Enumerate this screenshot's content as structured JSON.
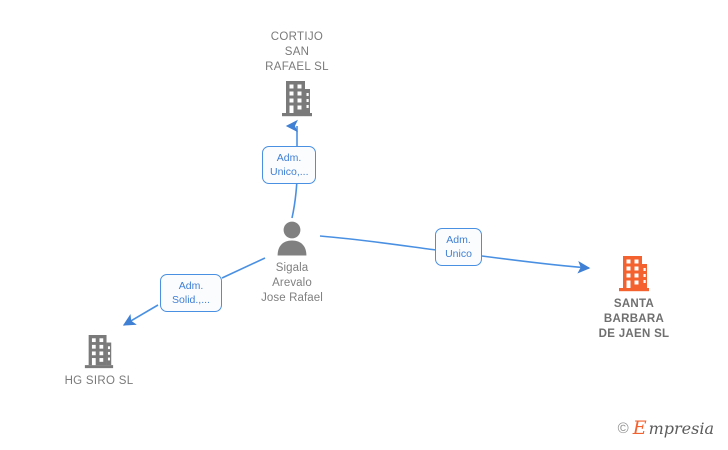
{
  "diagram": {
    "type": "corporate-relationship-graph",
    "background_color": "#ffffff",
    "accent_color": "#4a90e2",
    "focal_color": "#f4622f",
    "neutral_color": "#7a7a7a",
    "nodes": [
      {
        "id": "cortijo",
        "icon": "building-icon",
        "icon_color": "#7a7a7a",
        "label": "CORTIJO\nSAN\nRAFAEL  SL",
        "label_position": "above",
        "focal": false
      },
      {
        "id": "person",
        "icon": "person-icon",
        "icon_color": "#808080",
        "label": "Sigala\nArevalo\nJose Rafael",
        "label_position": "below",
        "focal": false
      },
      {
        "id": "santa-barbara",
        "icon": "building-icon",
        "icon_color": "#f4622f",
        "label": "SANTA\nBARBARA\nDE JAEN  SL",
        "label_position": "below",
        "focal": true
      },
      {
        "id": "hg-siro",
        "icon": "building-icon",
        "icon_color": "#7a7a7a",
        "label": "HG SIRO  SL",
        "label_position": "below",
        "focal": false
      }
    ],
    "edges": [
      {
        "id": "person-to-cortijo",
        "from": "person",
        "to": "cortijo",
        "label": "Adm.\nUnico,..."
      },
      {
        "id": "person-to-santa-barbara",
        "from": "person",
        "to": "santa-barbara",
        "label": "Adm.\nUnico"
      },
      {
        "id": "person-to-hg-siro",
        "from": "person",
        "to": "hg-siro",
        "label": "Adm.\nSolid.,..."
      }
    ]
  },
  "watermark": {
    "copyright": "©",
    "brand_initial": "E",
    "brand_rest": "mpresia"
  }
}
